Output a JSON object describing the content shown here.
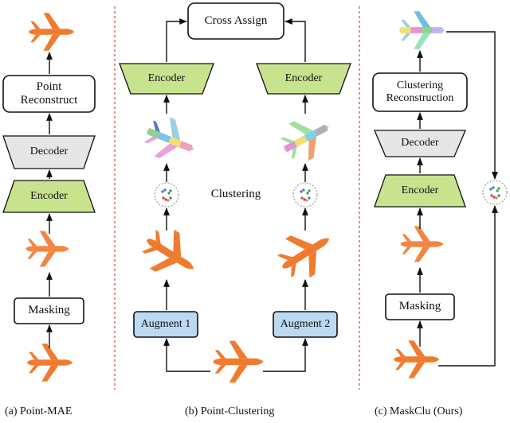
{
  "point_mae": {
    "caption": "(a) Point-MAE",
    "reconstruct_label": "Point Reconstruct",
    "decoder_label": "Decoder",
    "encoder_label": "Encoder",
    "masking_label": "Masking"
  },
  "point_clustering": {
    "caption": "(b) Point-Clustering",
    "cross_assign_label": "Cross Assign",
    "encoder_left_label": "Encoder",
    "encoder_right_label": "Encoder",
    "clustering_label": "Clustering",
    "augment1_label": "Augment 1",
    "augment2_label": "Augment 2"
  },
  "maskclu": {
    "caption": "(c) MaskClu (Ours)",
    "reconstruction_label": "Clustering Reconstruction",
    "decoder_label": "Decoder",
    "encoder_label": "Encoder",
    "masking_label": "Masking"
  },
  "colors": {
    "encoder_fill": "#c8e38e",
    "decoder_fill": "#e6e6e6",
    "augment_fill": "#bcd9f2",
    "airplane": "#f07a2e",
    "separator": "#d04040"
  }
}
